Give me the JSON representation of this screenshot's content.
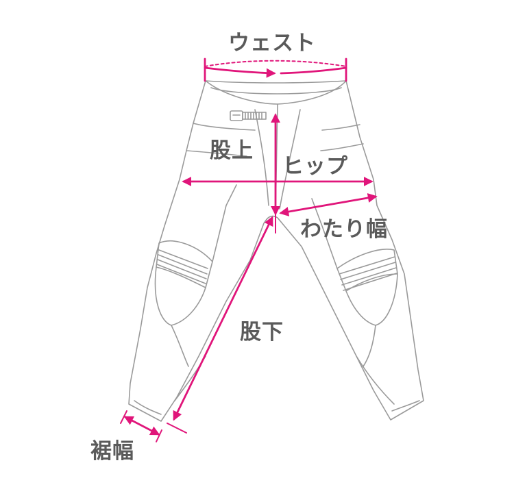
{
  "labels": {
    "waist": "ウェスト",
    "rise": "股上",
    "hip": "ヒップ",
    "thigh": "わたり幅",
    "inseam": "股下",
    "hem": "裾幅"
  },
  "colors": {
    "measure": "#e0157a",
    "outline": "#9a9a9a",
    "text": "#5a5a5a"
  }
}
